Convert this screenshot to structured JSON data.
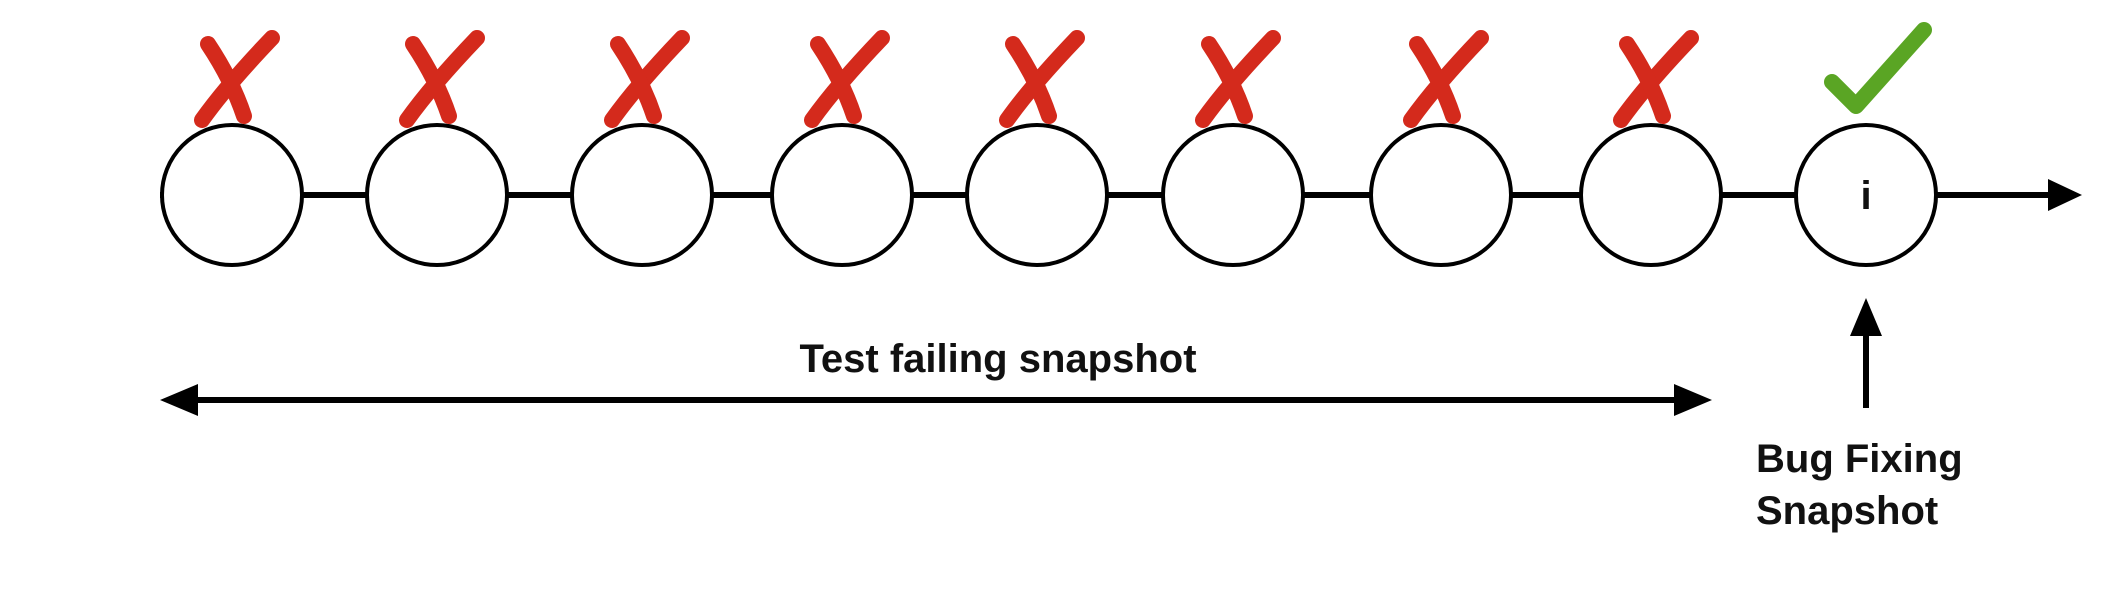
{
  "colors": {
    "fail": "#d42a1c",
    "pass": "#5aa524",
    "stroke": "#000000"
  },
  "nodes": [
    {
      "label": "",
      "status": "fail",
      "icon": "cross-mark-icon"
    },
    {
      "label": "",
      "status": "fail",
      "icon": "cross-mark-icon"
    },
    {
      "label": "",
      "status": "fail",
      "icon": "cross-mark-icon"
    },
    {
      "label": "",
      "status": "fail",
      "icon": "cross-mark-icon"
    },
    {
      "label": "",
      "status": "fail",
      "icon": "cross-mark-icon"
    },
    {
      "label": "",
      "status": "fail",
      "icon": "cross-mark-icon"
    },
    {
      "label": "",
      "status": "fail",
      "icon": "cross-mark-icon"
    },
    {
      "label": "",
      "status": "fail",
      "icon": "cross-mark-icon"
    },
    {
      "label": "i",
      "status": "pass",
      "icon": "check-mark-icon"
    }
  ],
  "labels": {
    "failing_range": "Test failing snapshot",
    "fix_line1": "Bug Fixing",
    "fix_line2": "Snapshot"
  }
}
